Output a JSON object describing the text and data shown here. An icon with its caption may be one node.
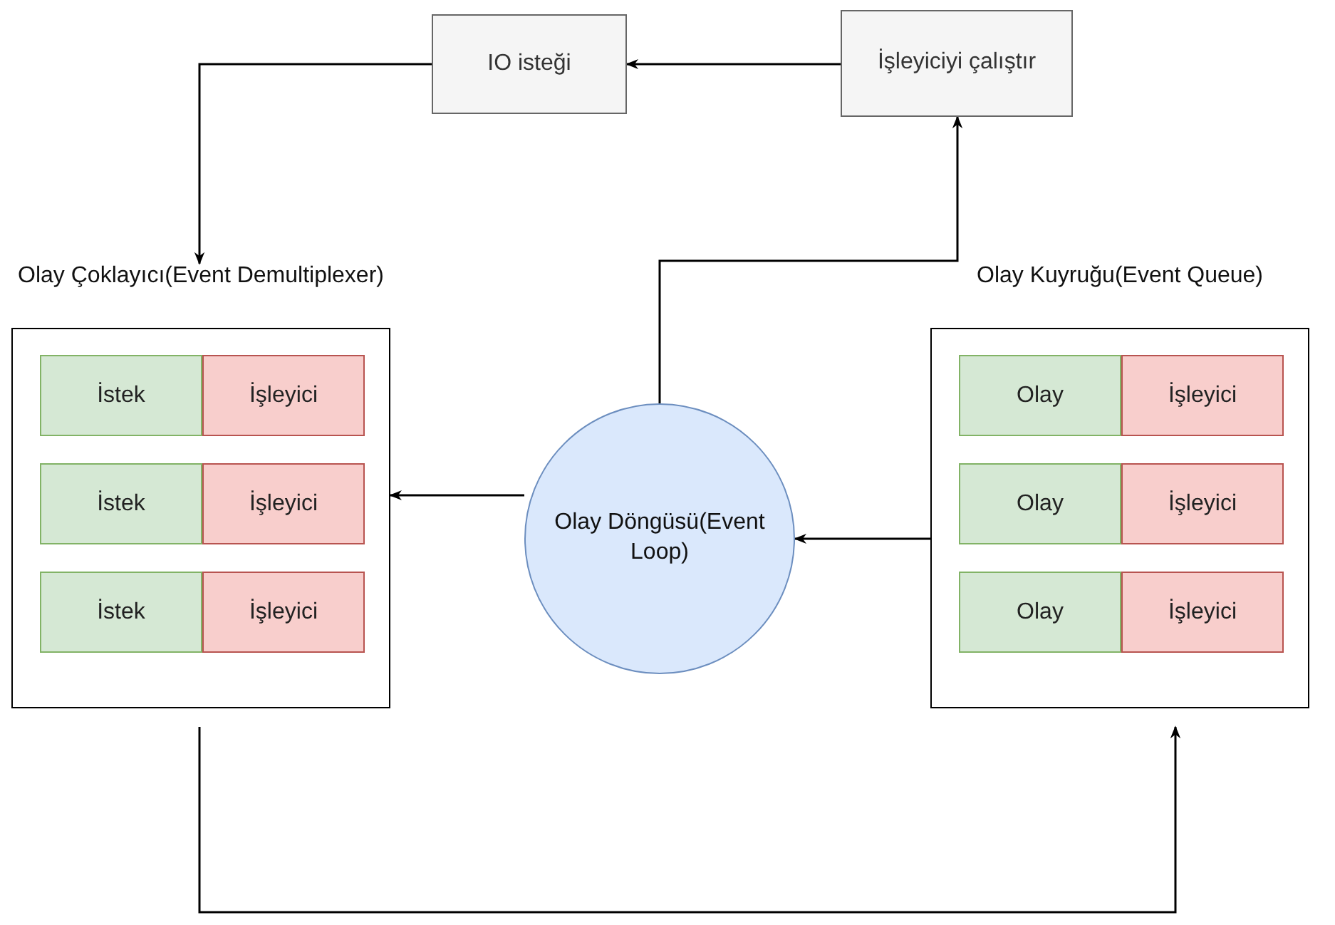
{
  "diagram": {
    "nodes": [
      {
        "text": [
          "IO isteği"
        ]
      },
      {
        "text": [
          "İşleyiciyi çalıştır"
        ]
      },
      {
        "text": [
          "Olay Çoklayıcı(Event Demultiplexer)"
        ]
      },
      {
        "text": [
          "İstek"
        ],
        "in": 2
      },
      {
        "text": [
          "İşleyici"
        ],
        "in": 2
      },
      {
        "text": [
          "İstek"
        ],
        "in": 2
      },
      {
        "text": [
          "İşleyici"
        ],
        "in": 2
      },
      {
        "text": [
          "İstek"
        ],
        "in": 2
      },
      {
        "text": [
          "İşleyici"
        ],
        "in": 2
      },
      {
        "text": [
          "Olay Kuyruğu(Event Queue)"
        ]
      },
      {
        "text": [
          "Olay"
        ],
        "in": 9
      },
      {
        "text": [
          "İşleyici"
        ],
        "in": 9
      },
      {
        "text": [
          "Olay"
        ],
        "in": 9
      },
      {
        "text": [
          "İşleyici"
        ],
        "in": 9
      },
      {
        "text": [
          "Olay"
        ],
        "in": 9
      },
      {
        "text": [
          "İşleyici"
        ],
        "in": 9
      },
      {
        "text": [
          "Olay Döngüsü(Event Loop)"
        ]
      }
    ],
    "edges": [
      {
        "from": 1,
        "to": 0,
        "arrow": "to"
      },
      {
        "from": 0,
        "to": 2,
        "arrow": "to"
      },
      {
        "from": 16,
        "to": 1,
        "arrow": "to"
      },
      {
        "from": 16,
        "to": 2,
        "arrow": "to"
      },
      {
        "from": 9,
        "to": 16,
        "arrow": "to"
      },
      {
        "from": 2,
        "to": 9,
        "arrow": "to"
      }
    ]
  }
}
